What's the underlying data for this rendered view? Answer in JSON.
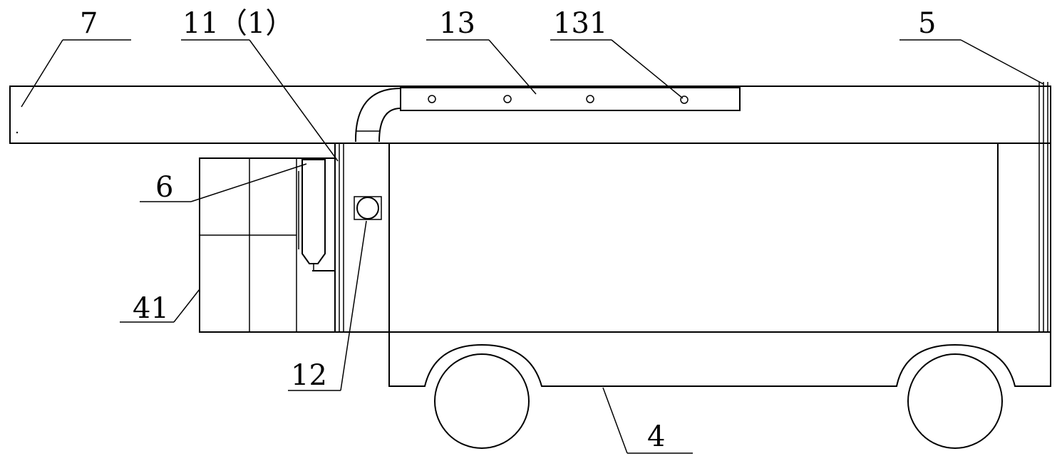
{
  "labels": {
    "l7": "7",
    "l11": "11（1）",
    "l13": "13",
    "l131": "131",
    "l5": "5",
    "l6": "6",
    "l41": "41",
    "l12": "12",
    "l4": "4"
  },
  "colors": {
    "line": "#000000",
    "background": "#ffffff"
  }
}
